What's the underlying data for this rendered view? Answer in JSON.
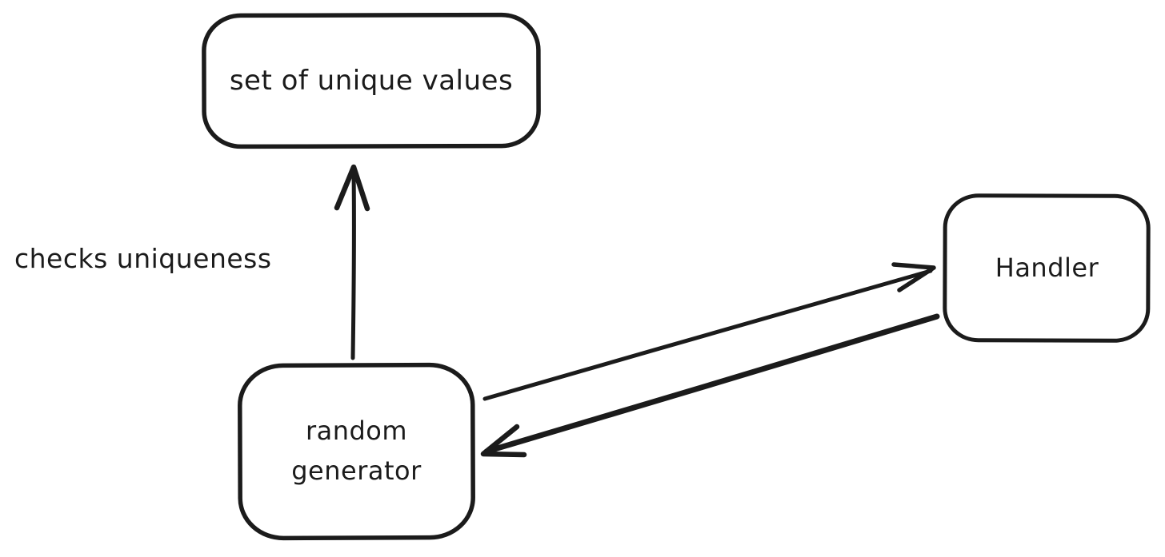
{
  "diagram": {
    "background_color": "#ffffff",
    "ink_color": "#1b1b1b",
    "nodes": {
      "set_of_unique_values": {
        "label": "set of unique values"
      },
      "handler": {
        "label": "Handler"
      },
      "random_generator": {
        "line1": "random",
        "line2": "generator"
      }
    },
    "edge_labels": {
      "checks_uniqueness": "checks uniqueness"
    },
    "edges": [
      {
        "from": "random generator",
        "to": "set of unique values",
        "label": "checks uniqueness",
        "style": "solid",
        "arrowhead": "end"
      },
      {
        "from": "random generator",
        "to": "Handler",
        "label": "",
        "style": "solid",
        "arrowhead": "end"
      },
      {
        "from": "Handler",
        "to": "random generator",
        "label": "",
        "style": "solid",
        "arrowhead": "end"
      }
    ]
  }
}
